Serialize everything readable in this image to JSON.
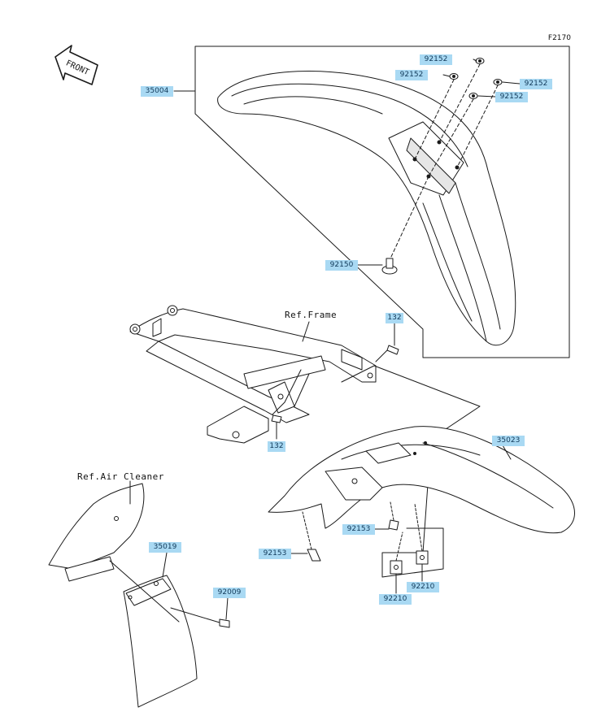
{
  "figure_code": "F2170",
  "front_badge": "FRONT",
  "ref_labels": {
    "frame": "Ref.Frame",
    "air_cleaner": "Ref.Air Cleaner"
  },
  "part_tags": {
    "p35004": "35004",
    "p92152_a": "92152",
    "p92152_b": "92152",
    "p92152_c": "92152",
    "p92152_d": "92152",
    "p92150": "92150",
    "p132_a": "132",
    "p132_b": "132",
    "p35023": "35023",
    "p92153_a": "92153",
    "p92153_b": "92153",
    "p35019": "35019",
    "p92009": "92009",
    "p92210_a": "92210",
    "p92210_b": "92210"
  },
  "colors": {
    "tag_fill": "#a9d9f3",
    "line": "#1a1a1a"
  }
}
